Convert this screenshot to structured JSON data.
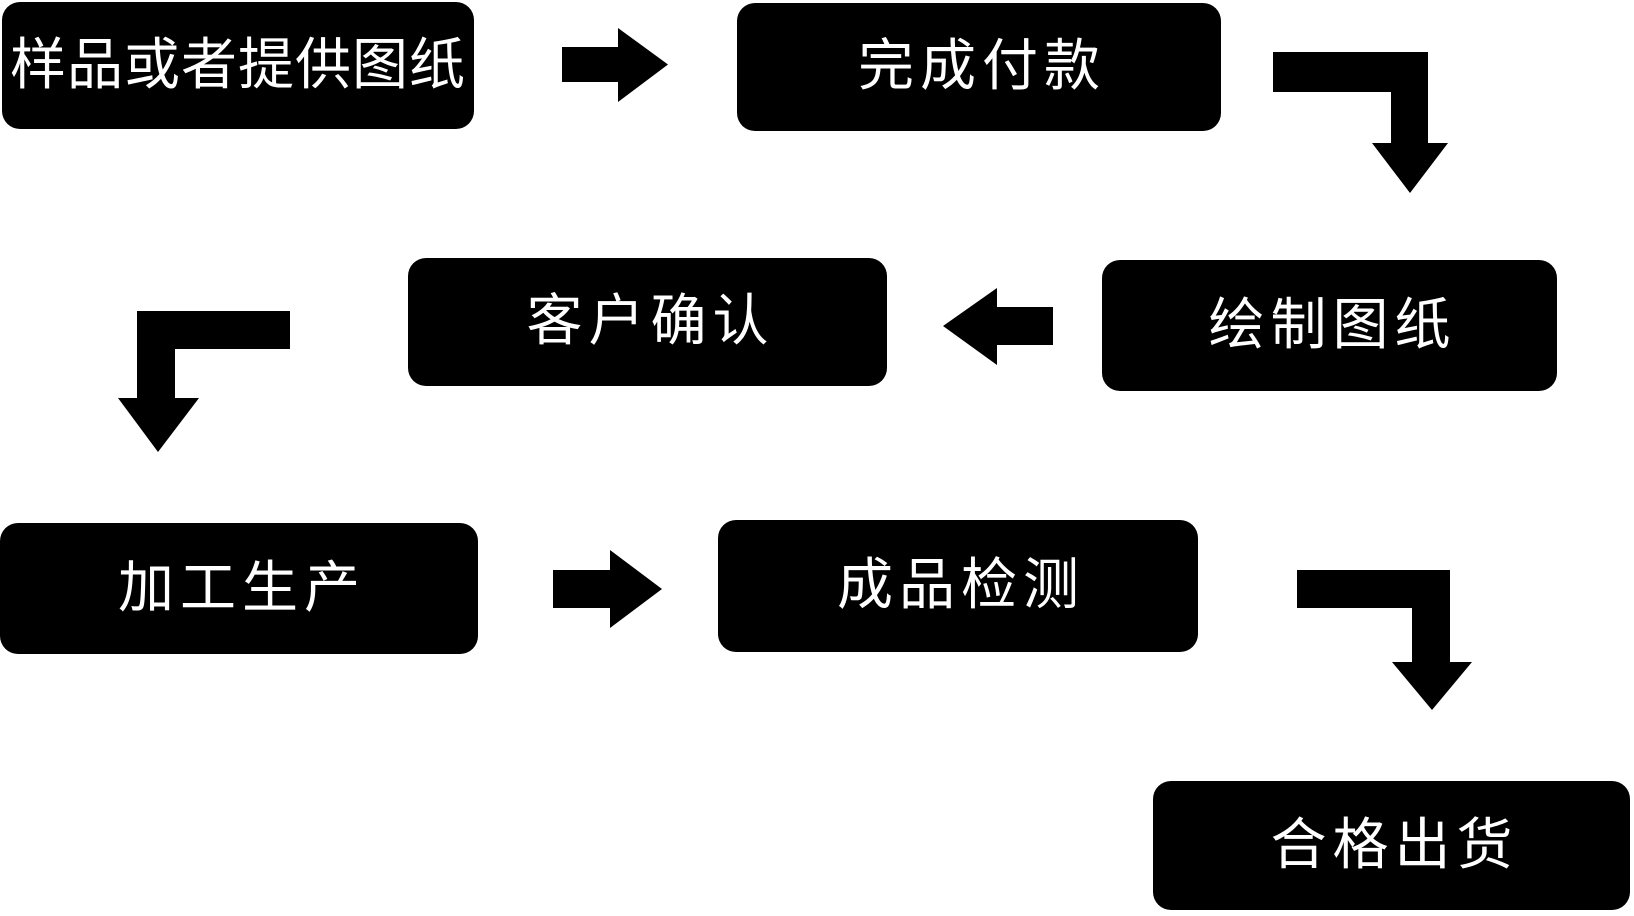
{
  "page": {
    "background_color": "#ffffff"
  },
  "flowchart": {
    "type": "process-flow",
    "box_fill_color": "#000000",
    "box_text_color": "#ffffff",
    "arrow_color": "#000000",
    "steps": [
      {
        "id": 1,
        "label": "样品或者提供图纸"
      },
      {
        "id": 2,
        "label": "完成付款"
      },
      {
        "id": 3,
        "label": "绘制图纸"
      },
      {
        "id": 4,
        "label": "客户确认"
      },
      {
        "id": 5,
        "label": "加工生产"
      },
      {
        "id": 6,
        "label": "成品检测"
      },
      {
        "id": 7,
        "label": "合格出货"
      }
    ],
    "connections": [
      {
        "from": "样品或者提供图纸",
        "to": "完成付款",
        "arrow": "right"
      },
      {
        "from": "完成付款",
        "to": "绘制图纸",
        "arrow": "elbow-down"
      },
      {
        "from": "绘制图纸",
        "to": "客户确认",
        "arrow": "left"
      },
      {
        "from": "客户确认",
        "to": "加工生产",
        "arrow": "elbow-down"
      },
      {
        "from": "加工生产",
        "to": "成品检测",
        "arrow": "right"
      },
      {
        "from": "成品检测",
        "to": "合格出货",
        "arrow": "elbow-down"
      }
    ]
  }
}
